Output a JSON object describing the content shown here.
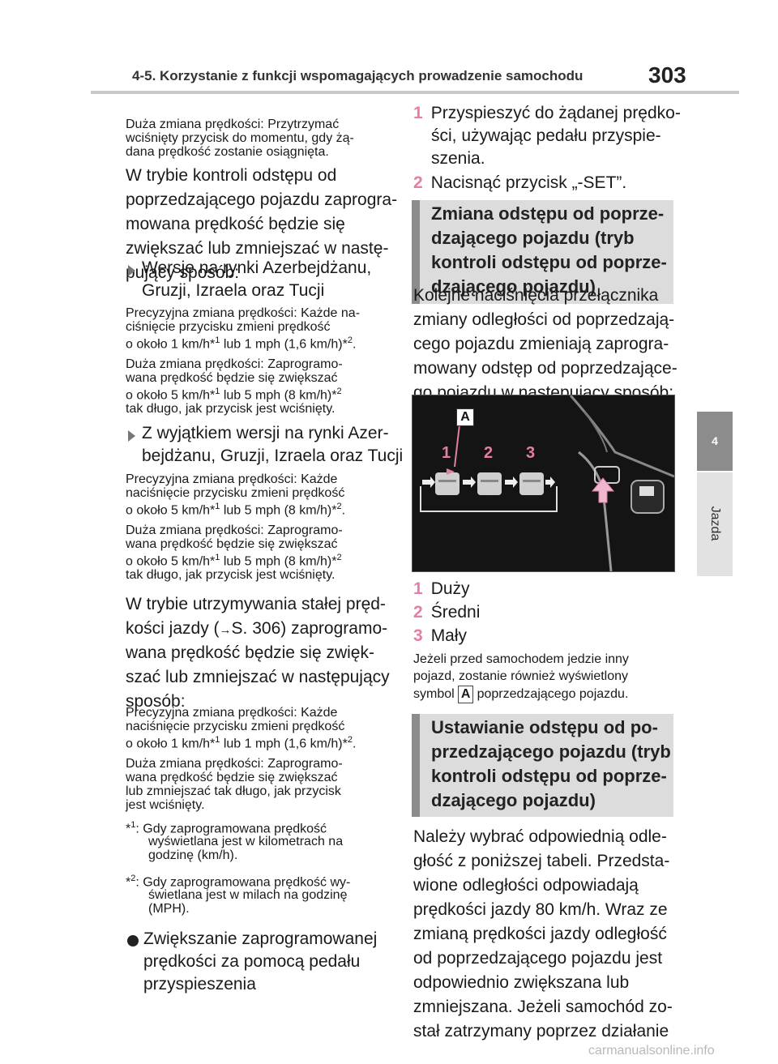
{
  "header": {
    "title": "4-5. Korzystanie z funkcji wspomagających prowadzenie samochodu",
    "page": "303"
  },
  "sidetab": {
    "number": "4",
    "label": "Jazda"
  },
  "left": {
    "p1": [
      "Duża zmiana prędkości: Przytrzymać",
      "wciśnięty przycisk do momentu, gdy żą-",
      "dana prędkość zostanie osiągnięta."
    ],
    "p2": [
      "W trybie kontroli odstępu od",
      "poprzedzającego pojazdu zaprogra-",
      "mowana prędkość będzie się",
      "zwiększać lub zmniejszać w nastę-",
      "pujący sposób:"
    ],
    "h1": [
      "Wersje na rynki Azerbejdżanu,",
      "Gruzji, Izraela oraz Tucji"
    ],
    "p3": [
      "Precyzyjna zmiana prędkości: Każde na-",
      "ciśnięcie przycisku zmieni prędkość",
      "o około 1 km/h*",
      "1",
      " lub 1 mph (1,6 km/h)*",
      "2",
      "."
    ],
    "p4": [
      "Duża zmiana prędkości: Zaprogramo-",
      "wana prędkość będzie się zwiększać",
      "o około 5 km/h*",
      "1",
      " lub 5 mph (8 km/h)*",
      "2",
      "tak długo, jak przycisk jest wciśnięty."
    ],
    "h2": [
      "Z wyjątkiem wersji na rynki Azer-",
      "bejdżanu, Gruzji, Izraela oraz Tucji"
    ],
    "p5": [
      "Precyzyjna zmiana prędkości: Każde",
      "naciśnięcie przycisku zmieni prędkość",
      "o około 5 km/h*",
      "1",
      " lub 5 mph (8 km/h)*",
      "2",
      "."
    ],
    "p6": [
      "Duża zmiana prędkości: Zaprogramo-",
      "wana prędkość będzie się zwiększać",
      "o około 5 km/h*",
      "1",
      " lub 5 mph (8 km/h)*",
      "2",
      "tak długo, jak przycisk jest wciśnięty."
    ],
    "p7": [
      "W trybie utrzymywania stałej pręd-",
      "kości jazdy (",
      "→",
      "S. 306) zaprogramo-",
      "wana prędkość będzie się zwięk-",
      "szać lub zmniejszać w następujący",
      "sposób:"
    ],
    "p8": [
      "Precyzyjna zmiana prędkości: Każde",
      "naciśnięcie przycisku zmieni prędkość",
      "o około 1 km/h*",
      "1",
      " lub 1 mph (1,6 km/h)*",
      "2",
      "."
    ],
    "p9": [
      "Duża zmiana prędkości: Zaprogramo-",
      "wana prędkość będzie się zwiększać",
      "lub zmniejszać tak długo, jak przycisk",
      "jest wciśnięty."
    ],
    "fn1": [
      "*",
      "1",
      ": Gdy zaprogramowana prędkość",
      "wyświetlana jest w kilometrach na",
      "godzinę (km/h)."
    ],
    "fn2": [
      "*",
      "2",
      ": Gdy zaprogramowana prędkość wy-",
      "świetlana jest w milach na godzinę",
      "(MPH)."
    ],
    "h3": [
      "Zwiększanie zaprogramowanej",
      "prędkości za pomocą pedału",
      "przyspieszenia"
    ]
  },
  "right": {
    "step1": [
      "1",
      "Przyspieszyć do żądanej prędko-",
      "ści, używając pedału przyspie-",
      "szenia."
    ],
    "step2": [
      "2",
      "Nacisnąć przycisk „-SET”."
    ],
    "box1": [
      "Zmiana odstępu od poprze-",
      "dzającego pojazdu (tryb",
      "kontroli odstępu od poprze-",
      "dzającego pojazdu)"
    ],
    "p1": [
      "Kolejne naciśnięcia przełącznika",
      "zmiany odległości od poprzedzają-",
      "cego pojazdu zmieniają zaprogra-",
      "mowany odstęp od poprzedzające-",
      "go pojazdu w następujący sposób:"
    ],
    "figure": {
      "label_a": "A",
      "n1": "1",
      "n2": "2",
      "n3": "3"
    },
    "list": [
      {
        "n": "1",
        "t": "Duży"
      },
      {
        "n": "2",
        "t": "Średni"
      },
      {
        "n": "3",
        "t": "Mały"
      }
    ],
    "note": [
      "Jeżeli przed samochodem jedzie inny",
      "pojazd, zostanie również wyświetlony",
      "symbol",
      "A",
      "poprzedzającego pojazdu."
    ],
    "box2": [
      "Ustawianie odstępu od po-",
      "przedzającego pojazdu (tryb",
      "kontroli odstępu od poprze-",
      "dzającego pojazdu)"
    ],
    "p2": [
      "Należy wybrać odpowiednią odle-",
      "głość z poniższej tabeli. Przedsta-",
      "wione odległości odpowiadają",
      "prędkości jazdy 80 km/h. Wraz ze",
      "zmianą prędkości jazdy odległość",
      "od poprzedzającego pojazdu jest",
      "odpowiednio zwiększana lub",
      "zmniejszana. Jeżeli samochód zo-",
      "stał zatrzymany poprzez działanie"
    ]
  },
  "footer": "carmanualsonline.info",
  "colors": {
    "accent": "#e27ea8",
    "box_bg": "#dcdcdc",
    "box_bar": "#8c8c8c"
  }
}
